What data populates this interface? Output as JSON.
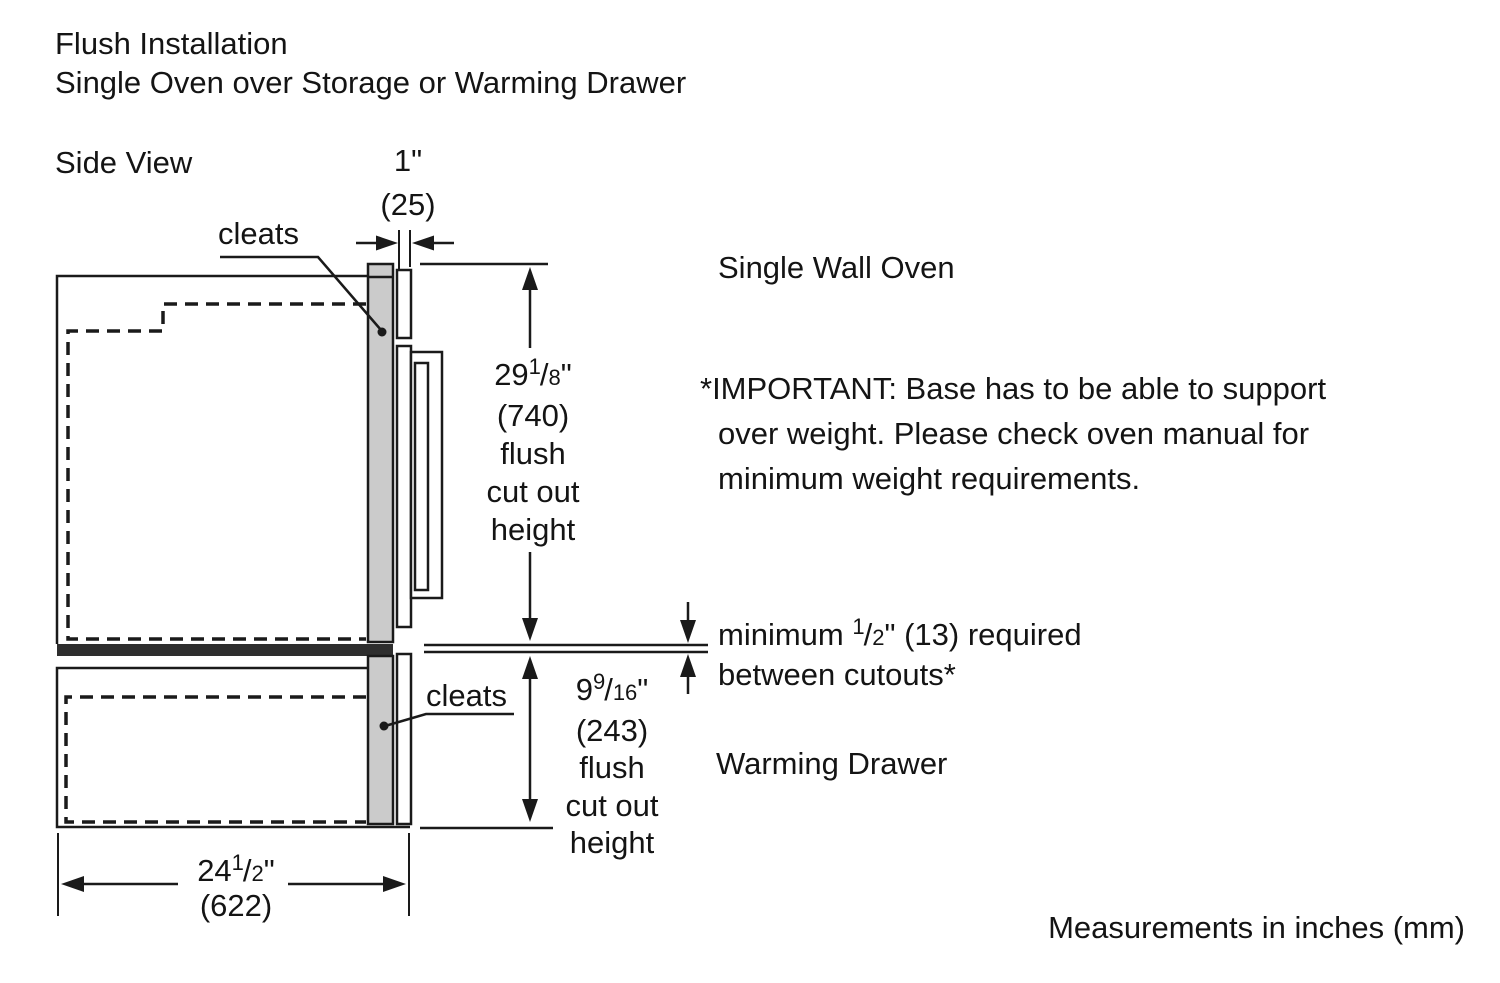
{
  "title": {
    "line1": "Flush Installation",
    "line2": "Single Oven over Storage or Warming Drawer"
  },
  "view_label": "Side View",
  "labels": {
    "cleats_top": "cleats",
    "cleats_bottom": "cleats",
    "single_wall_oven": "Single Wall Oven",
    "warming_drawer": "Warming Drawer",
    "measurements_note": "Measurements in inches (mm)"
  },
  "important_note": {
    "line1": "*IMPORTANT: Base has to be able to support",
    "line2": "over weight. Please check oven manual for",
    "line3": "minimum weight requirements."
  },
  "dimensions": {
    "cleat_thickness": {
      "inches": "1\"",
      "mm": "(25)"
    },
    "oven_cutout": {
      "whole": "29",
      "num": "1",
      "slash": "/",
      "den": "8",
      "quote": "\"",
      "mm": "(740)",
      "desc1": "flush",
      "desc2": "cut out",
      "desc3": "height"
    },
    "drawer_cutout": {
      "whole": "9",
      "num": "9",
      "slash": "/",
      "den": "16",
      "quote": "\"",
      "mm": "(243)",
      "desc1": "flush",
      "desc2": "cut out",
      "desc3": "height"
    },
    "cabinet_width": {
      "whole": "24",
      "num": "1",
      "slash": "/",
      "den": "2",
      "quote": "\"",
      "mm": "(622)"
    },
    "min_gap": {
      "prefix": "minimum ",
      "num": "1",
      "slash": "/",
      "den": "2",
      "suffix": "\" (13) required",
      "line2": "between cutouts*"
    }
  },
  "colors": {
    "line": "#1a1a1a",
    "cleat_fill": "#cbcbcb",
    "divider_fill": "#2e2e2e",
    "background": "#ffffff"
  }
}
